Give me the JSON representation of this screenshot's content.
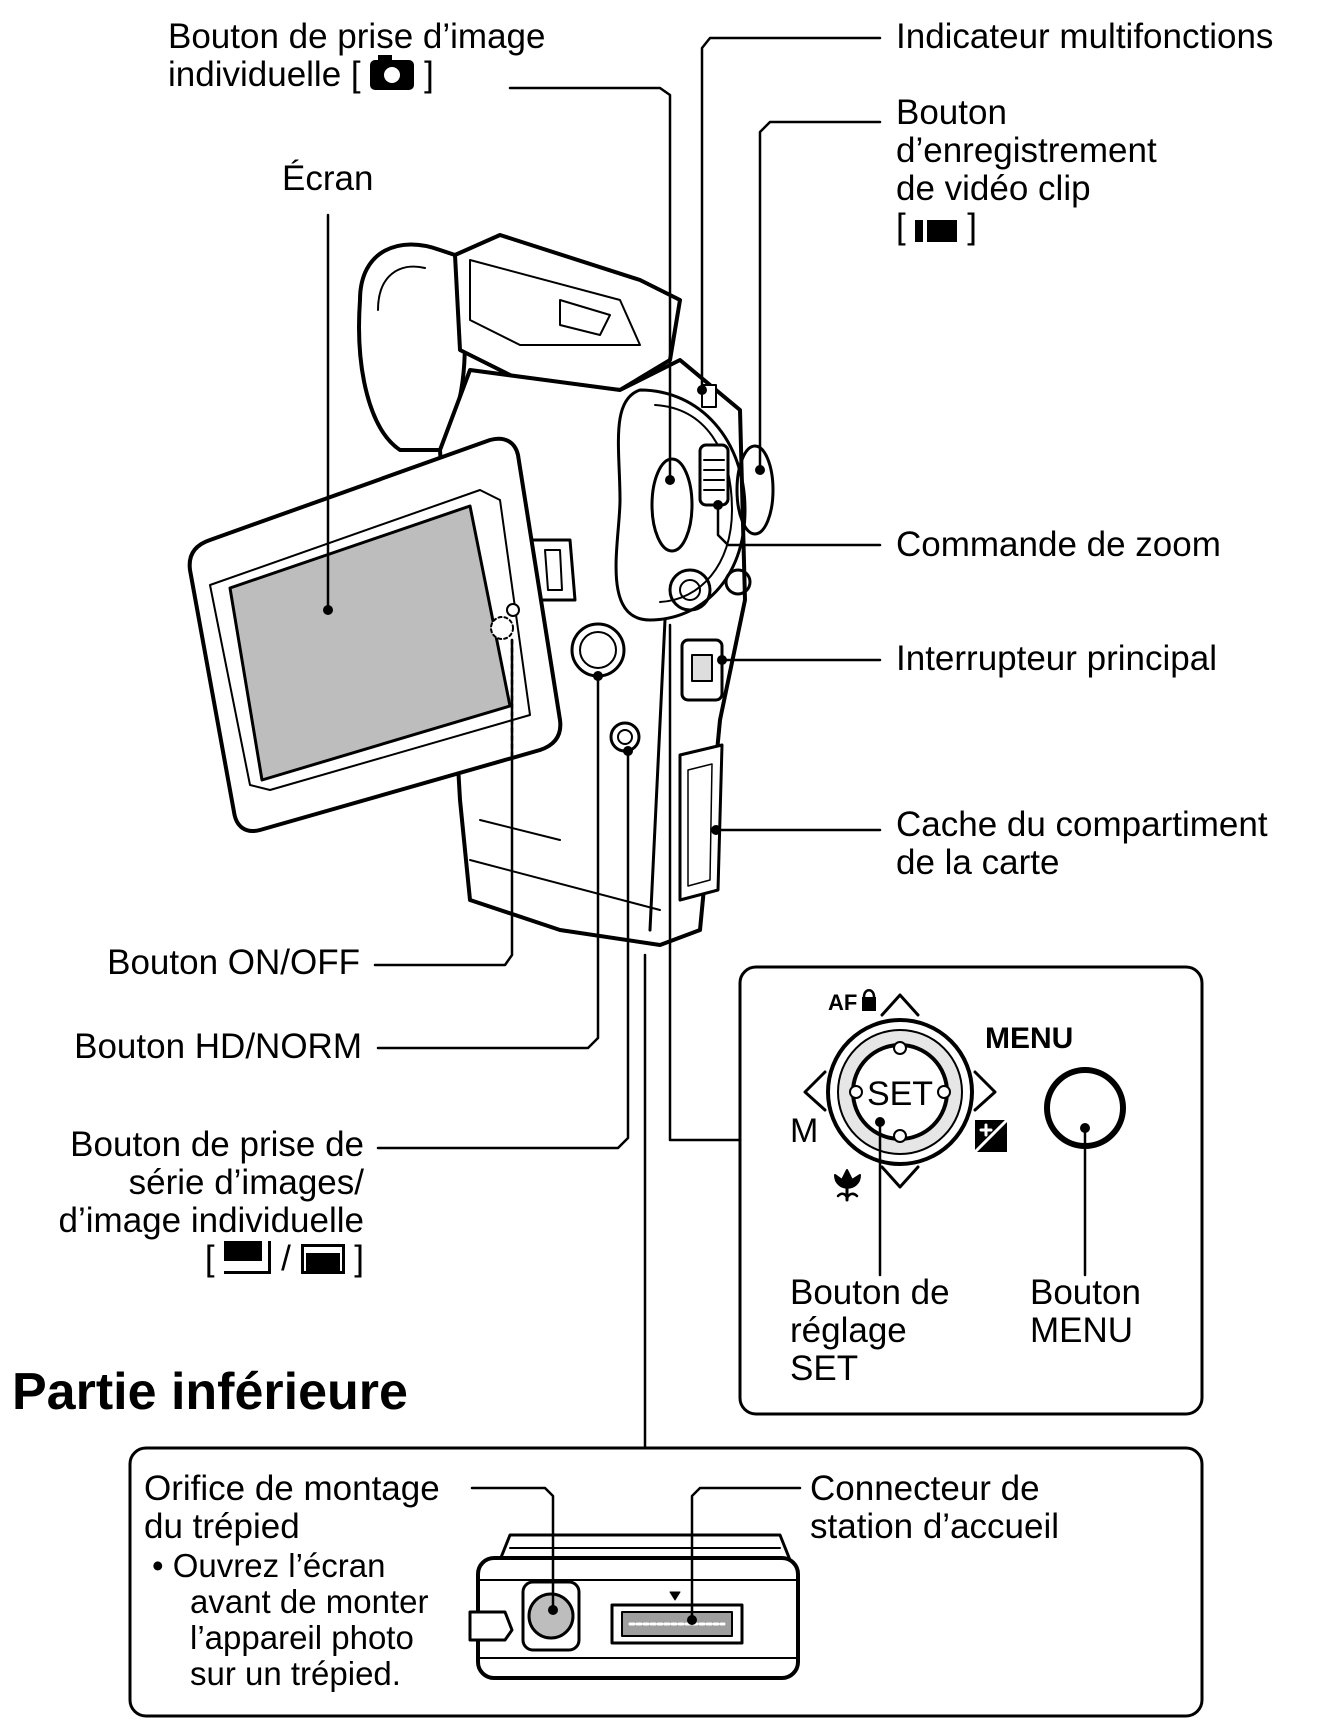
{
  "labels": {
    "single_shot_button": [
      "Bouton de prise d’image",
      "individuelle [",
      "]"
    ],
    "screen": "Écran",
    "multi_indicator": "Indicateur multifonctions",
    "video_button": [
      "Bouton",
      "d’enregistrement",
      "de vidéo clip",
      "[",
      "]"
    ],
    "zoom": "Commande de zoom",
    "main_switch": "Interrupteur principal",
    "card_cover": [
      "Cache du compartiment",
      "de la carte"
    ],
    "on_off": "Bouton ON/OFF",
    "hd_norm": "Bouton HD/NORM",
    "burst_button": [
      "Bouton de prise de",
      "série d’images/",
      "d’image individuelle",
      "[",
      "/",
      "]"
    ],
    "set_button": [
      "Bouton de",
      "réglage",
      "SET"
    ],
    "menu_button": [
      "Bouton",
      "MENU"
    ],
    "tripod": [
      "Orifice de montage",
      "du trépied"
    ],
    "tripod_note": [
      "• Ouvrez l’écran",
      "avant de monter",
      "l’appareil photo",
      "sur un trépied."
    ],
    "dock": [
      "Connecteur de",
      "station d’accueil"
    ]
  },
  "section_title": "Partie inférieure",
  "dial": {
    "center": "SET",
    "top": "AF",
    "left": "M",
    "menu": "MENU"
  },
  "icons": {
    "single_shot": "camera-icon",
    "video": "video-clip-icon",
    "burst": "burst-shooting-icon",
    "single_frame": "single-frame-icon",
    "af_lock": "lock-icon",
    "macro": "tulip-macro-icon",
    "exposure": "exposure-compensation-icon"
  }
}
